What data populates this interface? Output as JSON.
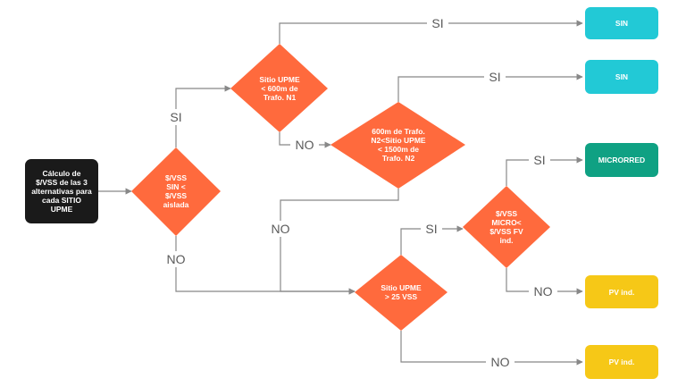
{
  "colors": {
    "decision": "#ff6a3d",
    "start": "#1a1a1a",
    "sin": "#22c9d6",
    "microrred": "#0fa183",
    "pv": "#f6c817",
    "line": "#888888"
  },
  "nodes": {
    "start": {
      "lines": [
        "Cálculo de",
        "$/VSS de las 3",
        "alternativas para",
        "cada SITIO",
        "UPME"
      ]
    },
    "d1": {
      "lines": [
        "$/VSS",
        "SIN <",
        "$/VSS",
        "aislada"
      ]
    },
    "d2": {
      "lines": [
        "Sitio UPME",
        "< 600m de",
        "Trafo. N1"
      ]
    },
    "d3": {
      "lines": [
        "600m de Trafo.",
        "N2<Sitio UPME",
        "< 1500m de",
        "Trafo. N2"
      ]
    },
    "d4": {
      "lines": [
        "Sitio UPME",
        "> 25 VSS"
      ]
    },
    "d5": {
      "lines": [
        "$/VSS",
        "MICRO<",
        "$/VSS FV",
        "ind."
      ]
    },
    "out_sin_1": {
      "lines": [
        "SIN"
      ]
    },
    "out_sin_2": {
      "lines": [
        "SIN"
      ]
    },
    "out_micro": {
      "lines": [
        "MICRORRED"
      ]
    },
    "out_pv_1": {
      "lines": [
        "PV ind."
      ]
    },
    "out_pv_2": {
      "lines": [
        "PV ind."
      ]
    }
  },
  "edge_labels": {
    "d1_si": "SI",
    "d1_no": "NO",
    "d2_si": "SI",
    "d2_no": "NO",
    "d3_si": "SI",
    "d3_no": "NO",
    "d4_si": "SI",
    "d4_no": "NO",
    "d5_si": "SI",
    "d5_no": "NO"
  }
}
